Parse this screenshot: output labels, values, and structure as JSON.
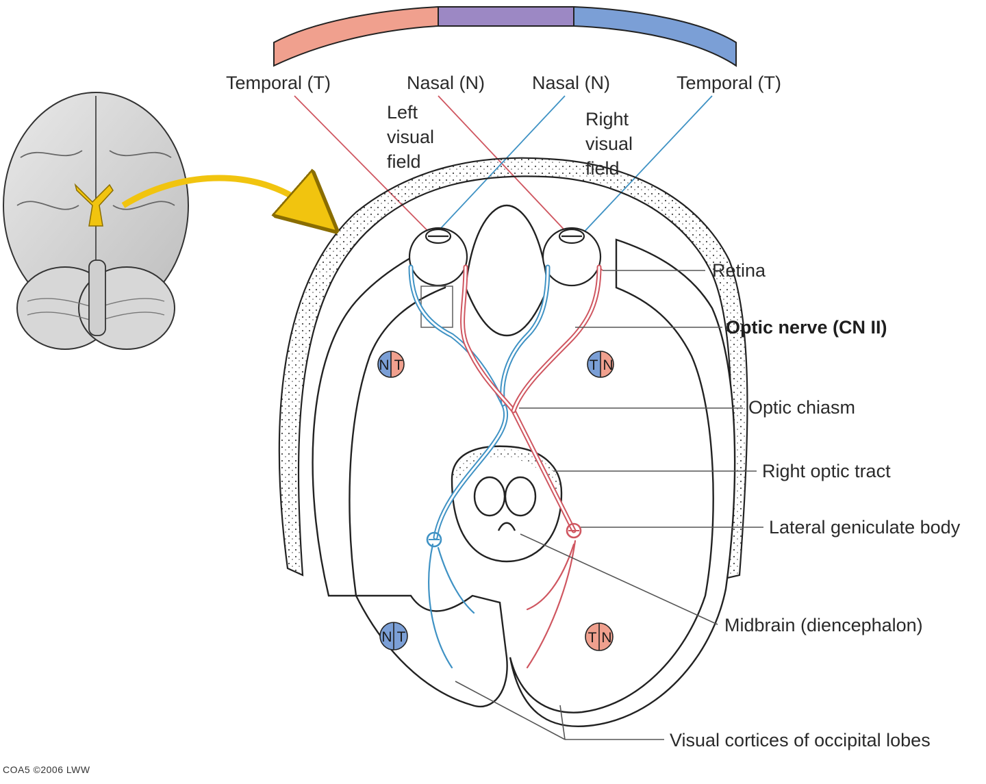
{
  "field_labels": {
    "left_temporal": "Temporal (T)",
    "left_nasal": "Nasal (N)",
    "right_nasal": "Nasal (N)",
    "right_temporal": "Temporal (T)"
  },
  "visual_fields": {
    "left": [
      "Left",
      "visual",
      "field"
    ],
    "right": [
      "Right",
      "visual",
      "field"
    ]
  },
  "structure_labels": {
    "retina": "Retina",
    "optic_nerve": "Optic nerve (CN II)",
    "optic_chiasm": "Optic chiasm",
    "right_optic_tract": "Right optic tract",
    "lateral_geniculate": "Lateral geniculate body",
    "midbrain": "Midbrain (diencephalon)",
    "visual_cortices": "Visual cortices of occipital lobes"
  },
  "badges": {
    "top_left": [
      "N",
      "T"
    ],
    "top_right": [
      "T",
      "N"
    ],
    "bottom_left": [
      "N",
      "T"
    ],
    "bottom_right": [
      "T",
      "N"
    ]
  },
  "copyright": "COA5 ©2006 LWW",
  "colors": {
    "temporal_pink": "#f0a08e",
    "nasal_purple": "#9c88c4",
    "nasal_blue": "#7b9fd6",
    "pathway_blue": "#3f92c4",
    "pathway_red": "#cf5660",
    "highlight_yellow": "#f1c40f"
  }
}
